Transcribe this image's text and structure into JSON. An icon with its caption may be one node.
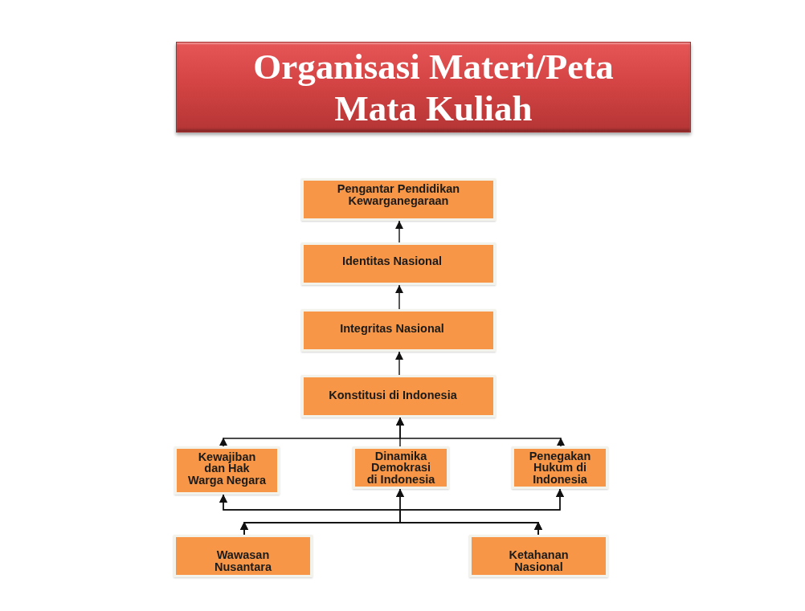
{
  "diagram": {
    "title": "Organisasi Materi/Peta Mata Kuliah",
    "nodes": [
      {
        "text": [
          "Pengantar Pendidikan Kewarganegaraan"
        ]
      },
      {
        "text": [
          "Identitas Nasional"
        ]
      },
      {
        "text": [
          "Integritas Nasional"
        ]
      },
      {
        "text": [
          "Konstitusi di Indonesia"
        ]
      },
      {
        "text": [
          "Kewajiban dan Hak Warga Negara"
        ]
      },
      {
        "text": [
          "Dinamika Demokrasi di Indonesia"
        ]
      },
      {
        "text": [
          "Penegakan Hukum di Indonesia"
        ]
      },
      {
        "text": [
          "Wawasan Nusantara"
        ]
      },
      {
        "text": [
          "Ketahanan Nasional"
        ]
      }
    ],
    "edges": [
      {
        "from": 1,
        "to": 0,
        "arrow": "to"
      },
      {
        "from": 2,
        "to": 1,
        "arrow": "to"
      },
      {
        "from": 3,
        "to": 2,
        "arrow": "to"
      },
      {
        "from": 4,
        "to": 3,
        "arrow": "to"
      },
      {
        "from": 5,
        "to": 3,
        "arrow": "to"
      },
      {
        "from": 6,
        "to": 3,
        "arrow": "to"
      },
      {
        "from": 7,
        "to": 4,
        "arrow": "to"
      },
      {
        "from": 7,
        "to": 5,
        "arrow": "to"
      },
      {
        "from": 7,
        "to": 6,
        "arrow": "to"
      },
      {
        "from": 8,
        "to": 4,
        "arrow": "to"
      },
      {
        "from": 8,
        "to": 5,
        "arrow": "to"
      },
      {
        "from": 8,
        "to": 6,
        "arrow": "to"
      }
    ]
  }
}
